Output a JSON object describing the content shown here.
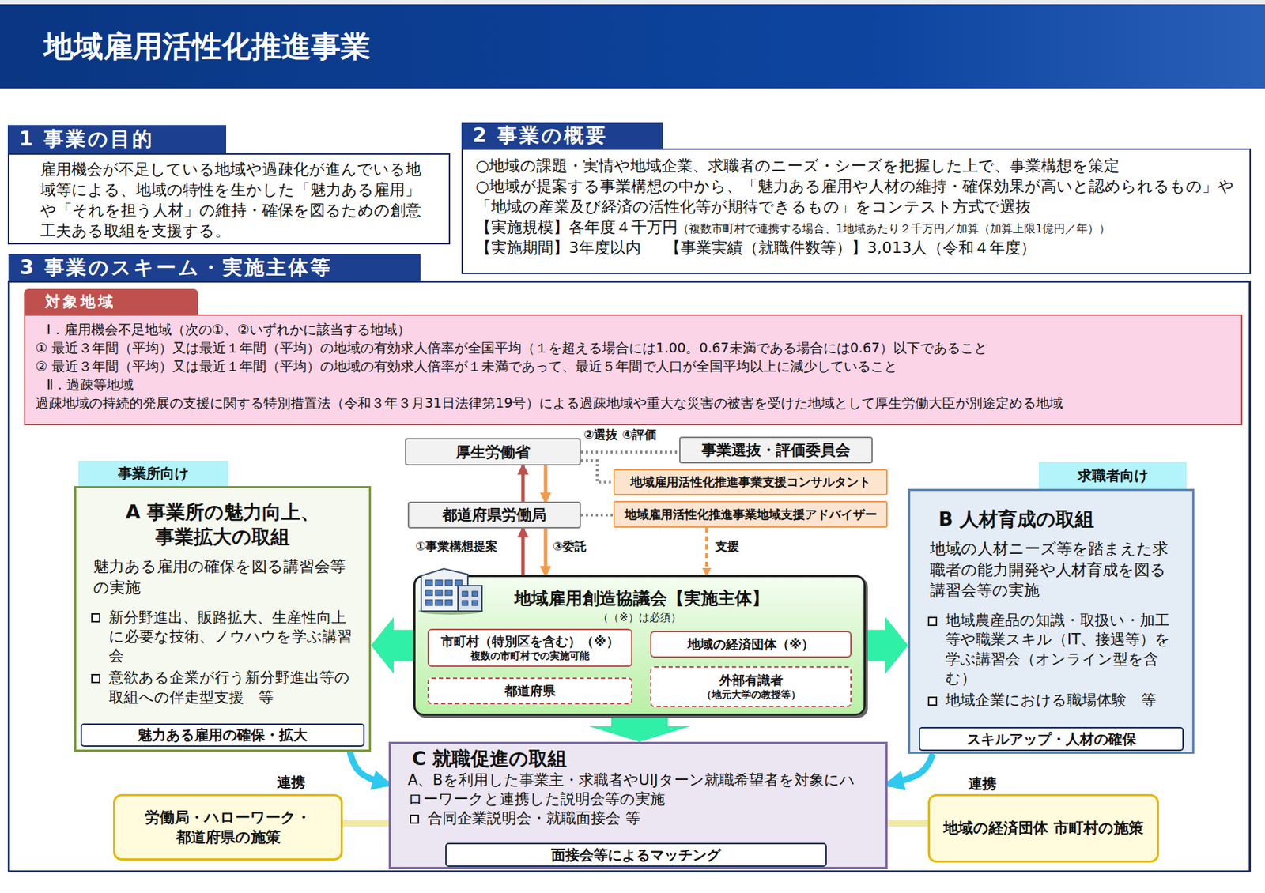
{
  "diagram": {
    "title": "地域雇用活性化推進事業",
    "nodes": [
      {
        "text": [
          "1 事業の目的",
          "雇用機会が不足している地域や過疎化が進んでいる地域等による、地域の特性を生かした「魅力ある雇用」や「それを担う人材」の維持・確保を図るための創意工夫ある取組を支援する。"
        ]
      },
      {
        "text": [
          "2 事業の概要",
          "○地域の課題・実情や地域企業、求職者のニーズ・シーズを把握した上で、事業構想を策定",
          "○地域が提案する事業構想の中から、「魅力ある雇用や人材の維持・確保効果が高いと認められるもの」や「地域の産業及び経済の活性化等が期待できるもの」をコンテスト方式で選抜",
          "【実施規模】各年度４千万円",
          "（複数市町村で連携する場合、1地域あたり２千万円／加算（加算上限1億円／年））",
          "【実施期間】3年度以内",
          "【事業実績（就職件数等）】3,013人（令和４年度）"
        ]
      },
      {
        "text": [
          "3 事業のスキーム・実施主体等"
        ]
      },
      {
        "text": [
          "対象地域",
          "Ⅰ．雇用機会不足地域（次の①、②いずれかに該当する地域）",
          "① 最近３年間（平均）又は最近１年間（平均）の地域の有効求人倍率が全国平均（１を超える場合には1.00。0.67未満である場合には0.67）以下であること",
          "② 最近３年間（平均）又は最近１年間（平均）の地域の有効求人倍率が１未満であって、最近５年間で人口が全国平均以上に減少していること",
          "Ⅱ．過疎等地域",
          "過疎地域の持続的発展の支援に関する特別措置法（令和３年３月31日法律第19号）による過疎地域や重大な災害の被害を受けた地域として厚生労働大臣が別途定める地域"
        ],
        "in": 2
      },
      {
        "text": [
          "厚生労働省"
        ],
        "in": 2
      },
      {
        "text": [
          "事業選抜・評価委員会"
        ],
        "in": 2
      },
      {
        "text": [
          "地域雇用活性化推進事業支援コンサルタント"
        ],
        "in": 2
      },
      {
        "text": [
          "都道府県労働局"
        ],
        "in": 2
      },
      {
        "text": [
          "地域雇用活性化推進事業地域支援アドバイザー"
        ],
        "in": 2
      },
      {
        "text": [
          "事業所向け",
          "A 事業所の魅力向上、 事業拡大の取組",
          "魅力ある雇用の確保を図る講習会等の実施",
          "新分野進出、販路拡大、生産性向上に必要な技術、ノウハウを学ぶ講習会",
          "意欲ある企業が行う新分野進出等の取組への伴走型支援　等"
        ],
        "in": 2
      },
      {
        "text": [
          "魅力ある雇用の確保・拡大"
        ],
        "in": 9
      },
      {
        "text": [
          "地域雇用創造協議会【実施主体】",
          "（（※）は必須）"
        ],
        "in": 2
      },
      {
        "text": [
          "市町村（特別区を含む）（※）",
          "複数の市町村での実施可能"
        ],
        "in": 11
      },
      {
        "text": [
          "地域の経済団体（※）"
        ],
        "in": 11
      },
      {
        "text": [
          "都道府県"
        ],
        "in": 11
      },
      {
        "text": [
          "外部有識者",
          "（地元大学の教授等）"
        ],
        "in": 11
      },
      {
        "text": [
          "求職者向け",
          "B 人材育成の取組",
          "地域の人材ニーズ等を踏まえた求職者の能力開発や人材育成を図る講習会等の実施",
          "地域農産品の知識・取扱い・加工等や職業スキル（IT、接遇等）を学ぶ講習会（オンライン型を含む）",
          "地域企業における職場体験　等"
        ],
        "in": 2
      },
      {
        "text": [
          "スキルアップ・人材の確保"
        ],
        "in": 16
      },
      {
        "text": [
          "C 就職促進の取組",
          "A、Bを利用した事業主・求職者やUIJターン就職希望者を対象にハローワークと連携した説明会等の実施",
          "合同企業説明会・就職面接会 等"
        ],
        "in": 2
      },
      {
        "text": [
          "面接会等によるマッチング"
        ],
        "in": 18
      },
      {
        "text": [
          "労働局・ハローワーク・ 都道府県の施策"
        ],
        "in": 2
      },
      {
        "text": [
          "地域の経済団体 市町村の施策"
        ],
        "in": 2
      }
    ],
    "edges": [
      {
        "from": 11,
        "to": 7,
        "label": "①事業構想提案",
        "arrow": "to"
      },
      {
        "from": 7,
        "to": 4,
        "arrow": "to"
      },
      {
        "from": 4,
        "to": 7,
        "arrow": "to"
      },
      {
        "from": 7,
        "to": 11,
        "label": "③委託",
        "arrow": "to"
      },
      {
        "from": 4,
        "to": 5,
        "label": "②選抜 ④評価",
        "arrow": "none"
      },
      {
        "from": 4,
        "to": 6,
        "arrow": "none"
      },
      {
        "from": 7,
        "to": 8,
        "arrow": "none"
      },
      {
        "from": 8,
        "to": 11,
        "label": "支援",
        "arrow": "to"
      },
      {
        "from": 11,
        "to": 9,
        "arrow": "to"
      },
      {
        "from": 11,
        "to": 16,
        "arrow": "to"
      },
      {
        "from": 11,
        "to": 18,
        "arrow": "to"
      },
      {
        "from": 9,
        "to": 18,
        "arrow": "to"
      },
      {
        "from": 16,
        "to": 18,
        "arrow": "to"
      },
      {
        "from": 20,
        "to": 18,
        "label": "連携",
        "arrow": "none"
      },
      {
        "from": 18,
        "to": 21,
        "label": "連携",
        "arrow": "none"
      }
    ]
  }
}
